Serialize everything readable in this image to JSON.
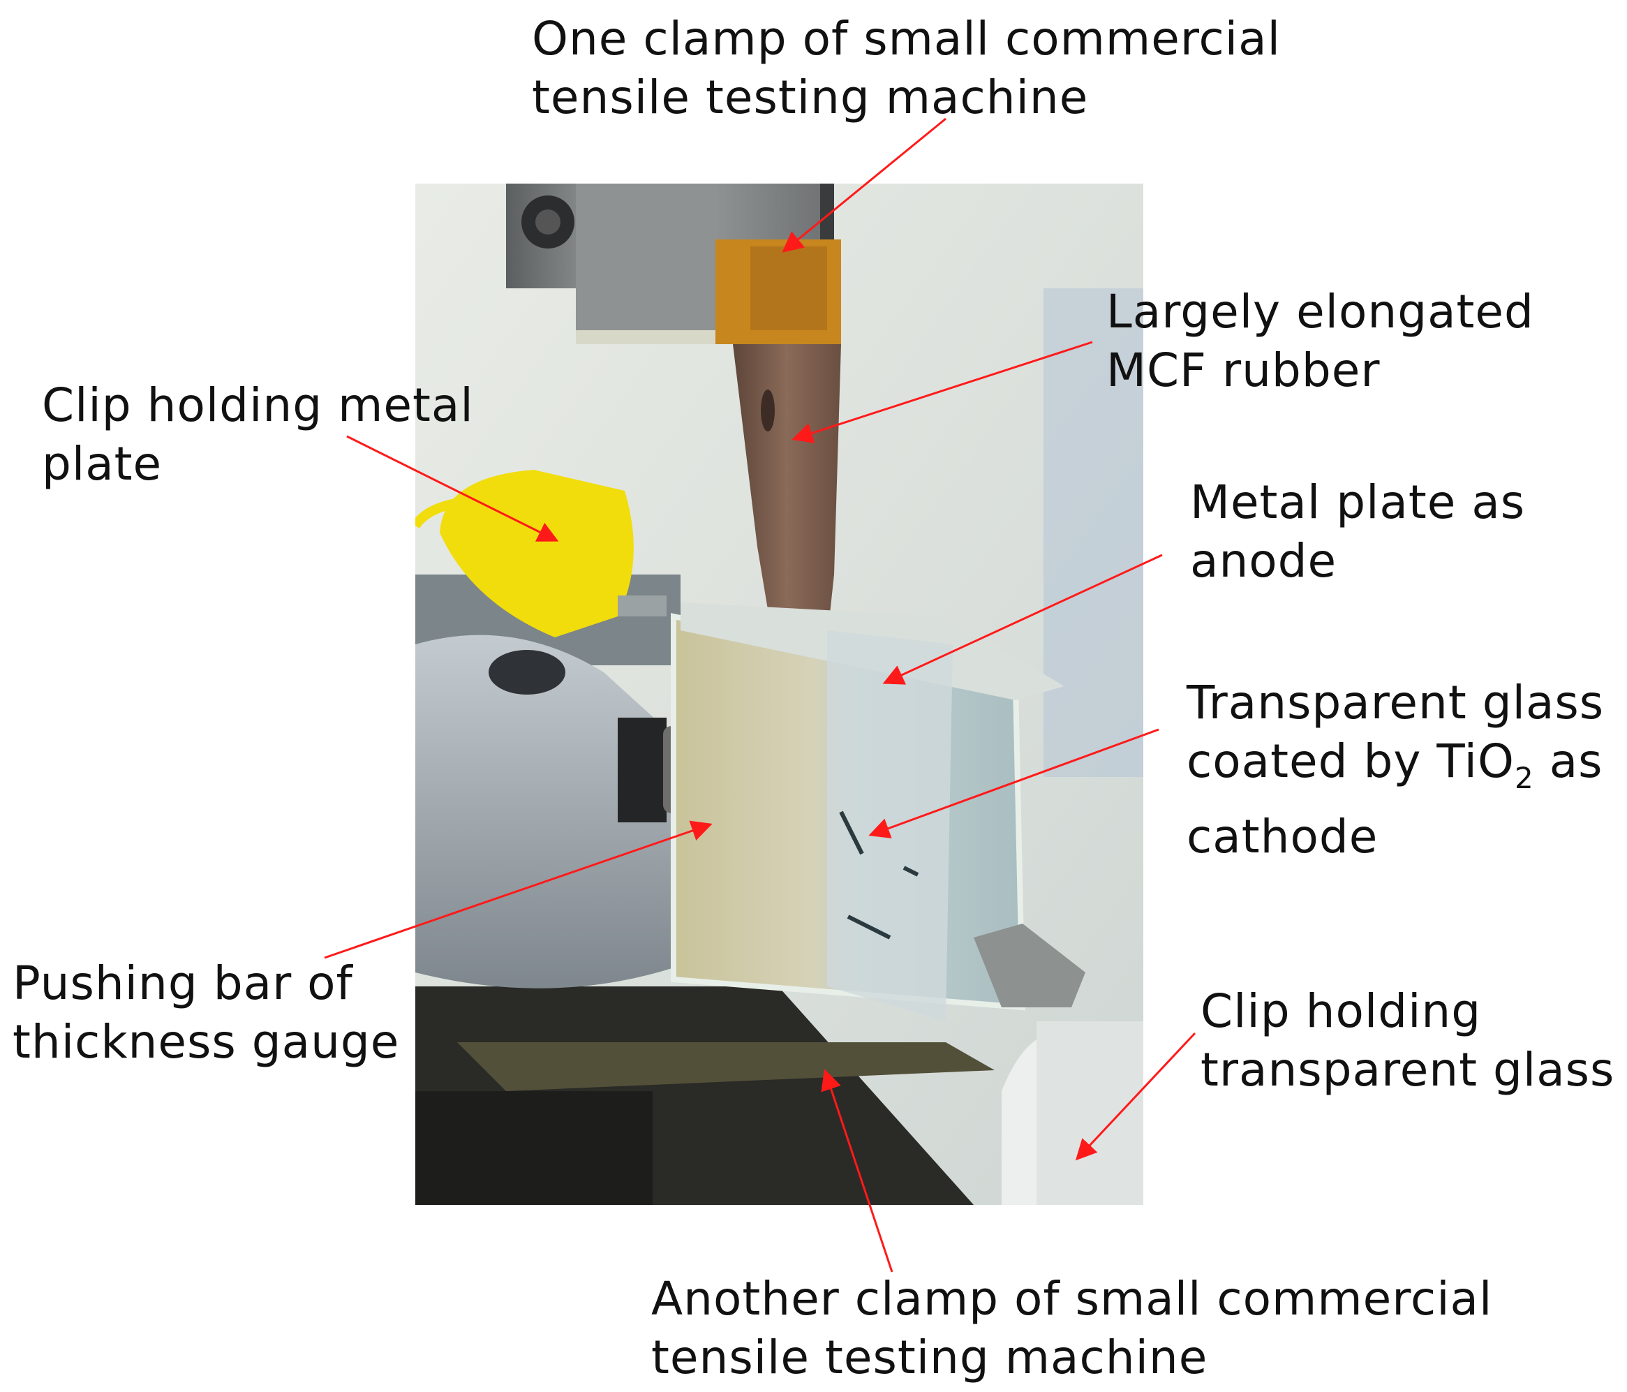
{
  "photo": {
    "description_icon": "photo-apparatus",
    "colors": {
      "background": "#dfe3df",
      "clamp_metal": "#8a8d8c",
      "kapton_tape": "#c8861e",
      "rubber": "#7a5d4c",
      "yellow_clip": "#f1dd0c",
      "gauge_body": "#a8b0b6",
      "glass": "#c9d6cf",
      "stage": "#2a2a26",
      "white_clip": "#ecefee",
      "arrow": "#ff1a1a"
    }
  },
  "labels": {
    "top_clamp": [
      "One clamp of small commercial",
      "tensile testing machine"
    ],
    "rubber": [
      "Largely elongated",
      "MCF rubber"
    ],
    "clip_metal": [
      "Clip holding metal",
      "plate"
    ],
    "metal_plate": [
      "Metal plate as",
      "anode"
    ],
    "glass": {
      "line1": "Transparent glass",
      "line2_prefix": "coated by TiO",
      "line2_sub": "2",
      "line2_suffix": " as",
      "line3": "cathode"
    },
    "pushing_bar": [
      "Pushing bar of",
      "thickness gauge"
    ],
    "clip_glass": [
      "Clip holding",
      "transparent glass"
    ],
    "bottom_clamp": [
      "Another clamp of small commercial",
      "tensile testing machine"
    ]
  }
}
